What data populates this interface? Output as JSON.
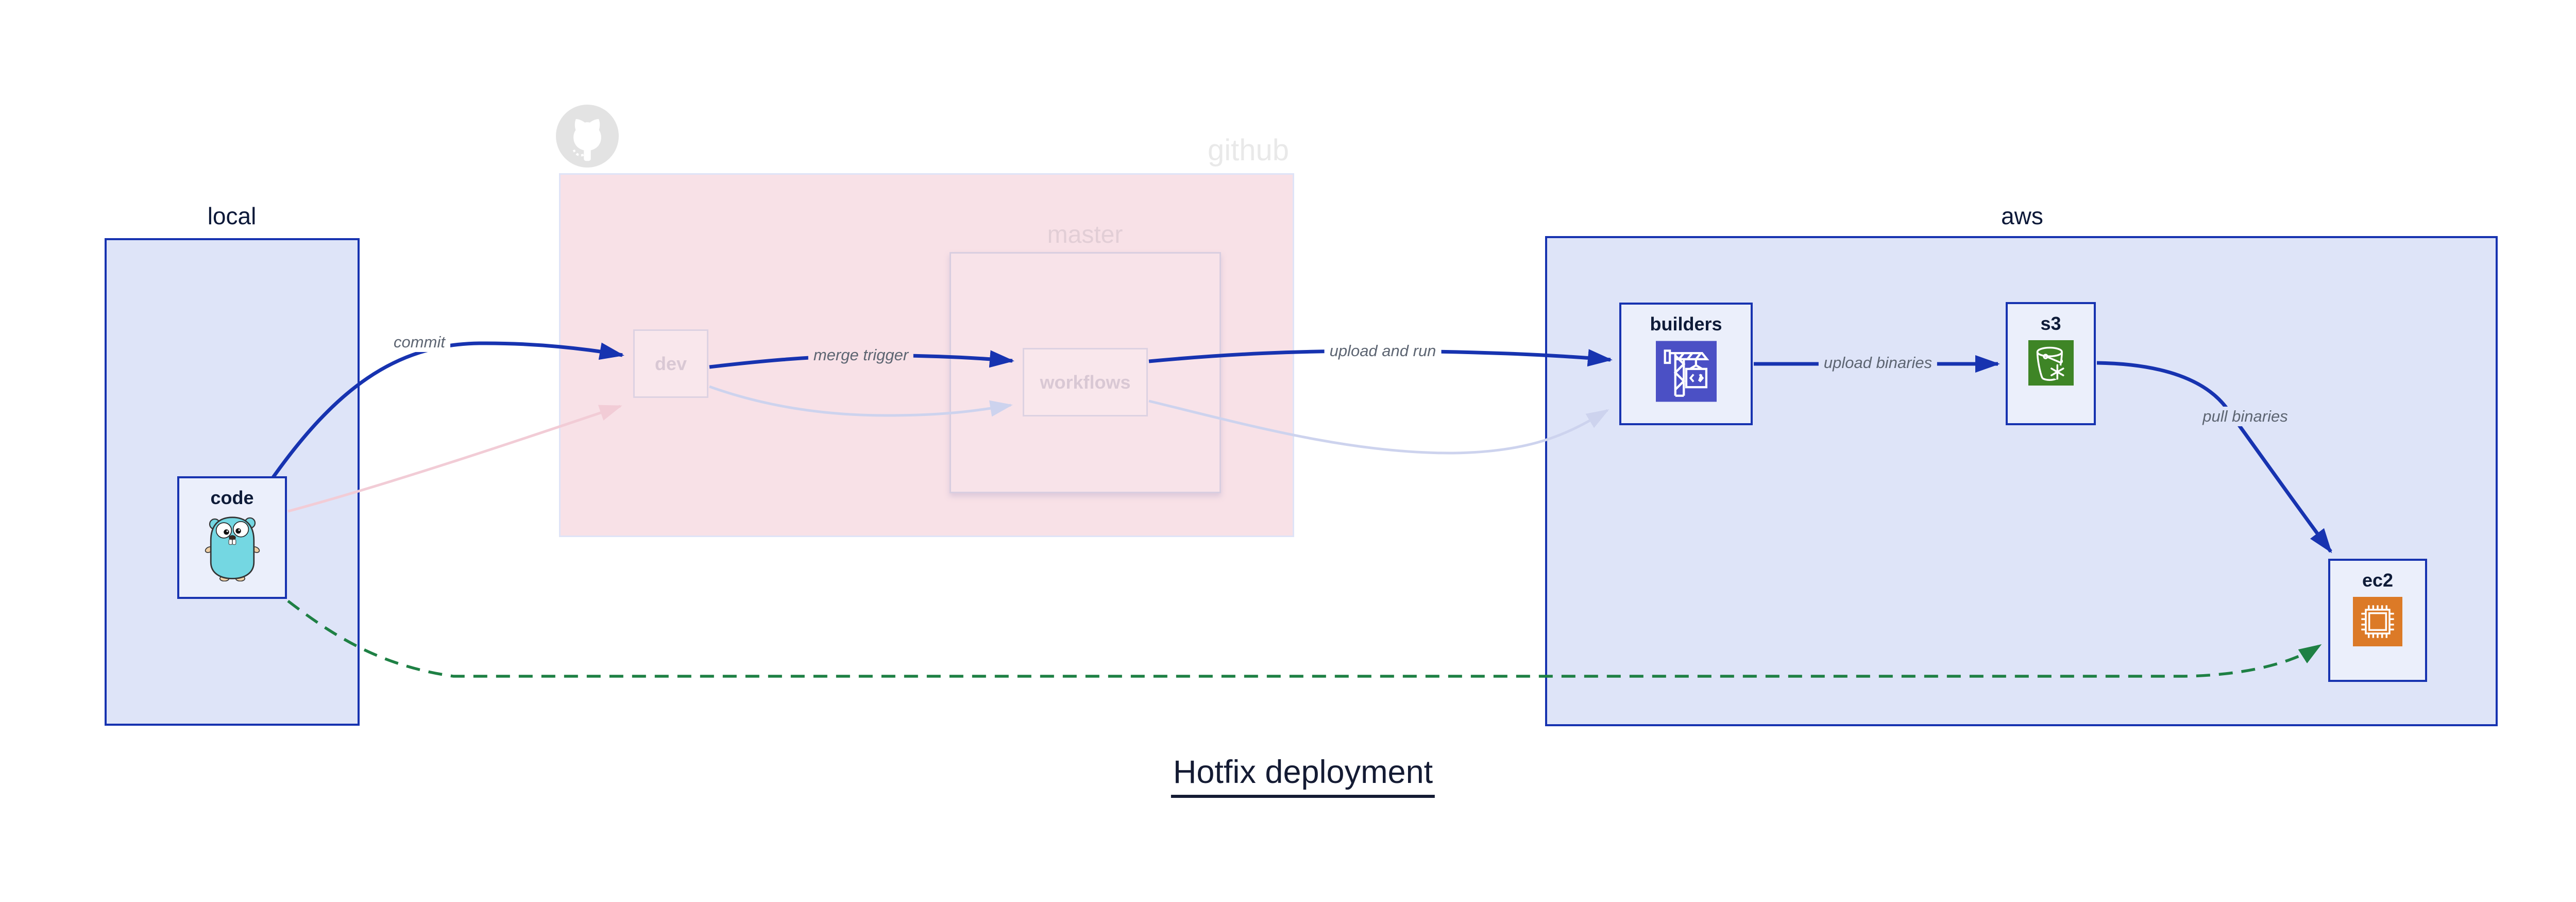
{
  "title": "Hotfix deployment",
  "groups": {
    "local": {
      "label": "local"
    },
    "github": {
      "label": "github",
      "logo_icon": "octocat-icon",
      "faded": true
    },
    "master": {
      "label": "master",
      "faded": true
    },
    "aws": {
      "label": "aws"
    }
  },
  "nodes": {
    "code": {
      "label": "code",
      "icon": "go-gopher-icon"
    },
    "dev": {
      "label": "dev",
      "faded": true
    },
    "workflows": {
      "label": "workflows",
      "faded": true
    },
    "builders": {
      "label": "builders",
      "icon": "codebuild-crane-icon"
    },
    "s3": {
      "label": "s3",
      "icon": "s3-bucket-icon"
    },
    "ec2": {
      "label": "ec2",
      "icon": "ec2-chip-icon"
    }
  },
  "edges": {
    "commit": {
      "label": "commit",
      "style": "solid-blue",
      "from": "code",
      "to": "dev"
    },
    "merge_trigger": {
      "label": "merge trigger",
      "style": "solid-blue",
      "from": "dev",
      "to": "workflows"
    },
    "upload_and_run": {
      "label": "upload and run",
      "style": "solid-blue",
      "from": "workflows",
      "to": "builders"
    },
    "upload_binaries": {
      "label": "upload binaries",
      "style": "solid-blue",
      "from": "builders",
      "to": "s3"
    },
    "pull_binaries": {
      "label": "pull binaries",
      "style": "solid-blue",
      "from": "s3",
      "to": "ec2"
    },
    "hotfix_direct": {
      "style": "dashed-green",
      "from": "code",
      "to": "ec2"
    },
    "faded_code_dev": {
      "style": "faded-pink",
      "from": "code",
      "to": "dev"
    },
    "faded_dev_workflows": {
      "style": "faded-lavender",
      "from": "dev",
      "to": "workflows"
    },
    "faded_workflows_builders": {
      "style": "faded-lavender",
      "from": "workflows",
      "to": "builders"
    }
  },
  "colors": {
    "accent_blue": "#1733b0",
    "group_blue_fill": "#dee4f8",
    "node_blue_fill": "#ebeffb",
    "faded_pink_fill": "#f8e1e7",
    "faded_border": "#ddd2e2",
    "green_dashed": "#1e8044",
    "edge_label_grey": "#5d6572",
    "github_label_grey": "#e9e9e9",
    "builders_icon_bg": "#4b50c5",
    "s3_icon_bg": "#3e8526",
    "ec2_icon_bg": "#dc7a27",
    "gopher_body": "#74d7e2",
    "octocat_grey": "#e3e3e3",
    "dark_text": "#0c1838"
  }
}
